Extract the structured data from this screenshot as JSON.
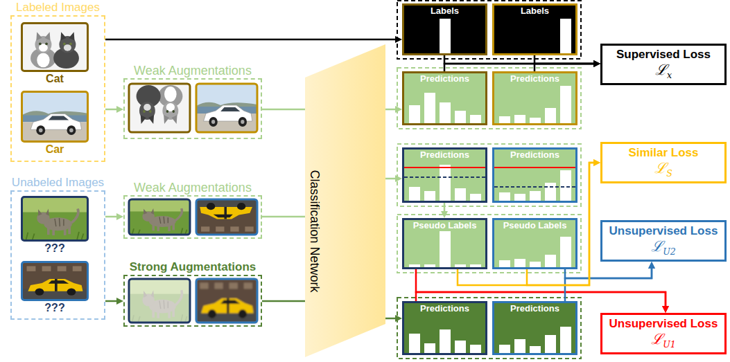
{
  "diagram": {
    "nodes": [
      {
        "text": [
          "Labeled Images"
        ]
      },
      {
        "text": [
          "Cat"
        ],
        "in": 0
      },
      {
        "text": [
          "Car"
        ],
        "in": 0
      },
      {
        "text": [
          "Weak Augmentations"
        ]
      },
      {
        "text": [
          "Unabeled Images"
        ]
      },
      {
        "text": [
          "???"
        ],
        "in": 4
      },
      {
        "text": [
          "???"
        ],
        "in": 4
      },
      {
        "text": [
          "Weak Augmentations"
        ]
      },
      {
        "text": [
          "Strong Augmentations"
        ]
      },
      {
        "text": [
          "Classification Network"
        ]
      },
      {
        "text": [
          "Labels"
        ]
      },
      {
        "text": [
          "Labels"
        ]
      },
      {
        "text": [
          "Predictions"
        ]
      },
      {
        "text": [
          "Predictions"
        ]
      },
      {
        "text": [
          "Predictions"
        ]
      },
      {
        "text": [
          "Predictions"
        ]
      },
      {
        "text": [
          "Pseudo Labels"
        ]
      },
      {
        "text": [
          "Pseudo Labels"
        ]
      },
      {
        "text": [
          "Predictions"
        ]
      },
      {
        "text": [
          "Predictions"
        ]
      },
      {
        "text": [
          "Supervised Loss",
          "ℒx"
        ]
      },
      {
        "text": [
          "Similar Loss",
          "ℒS"
        ]
      },
      {
        "text": [
          "Unsupervised Loss",
          "ℒU2"
        ]
      },
      {
        "text": [
          "Unsupervised Loss",
          "ℒU1"
        ]
      }
    ],
    "edges": [
      {
        "from": 0,
        "to": 10,
        "arrow": "to"
      },
      {
        "from": 0,
        "to": 3,
        "arrow": "to"
      },
      {
        "from": 3,
        "to": 9,
        "arrow": "none"
      },
      {
        "from": 4,
        "to": 7,
        "arrow": "to"
      },
      {
        "from": 4,
        "to": 8,
        "arrow": "to"
      },
      {
        "from": 7,
        "to": 9,
        "arrow": "none"
      },
      {
        "from": 8,
        "to": 9,
        "arrow": "none"
      },
      {
        "from": 9,
        "to": 12,
        "arrow": "to"
      },
      {
        "from": 9,
        "to": 14,
        "arrow": "to"
      },
      {
        "from": 9,
        "to": 18,
        "arrow": "to"
      },
      {
        "from": 10,
        "to": 20,
        "arrow": "to"
      },
      {
        "from": 11,
        "to": 20,
        "arrow": "to"
      },
      {
        "from": 12,
        "to": 20,
        "arrow": "to"
      },
      {
        "from": 13,
        "to": 20,
        "arrow": "to"
      },
      {
        "from": 14,
        "to": 16,
        "arrow": "to"
      },
      {
        "from": 16,
        "to": 23,
        "arrow": "to"
      },
      {
        "from": 18,
        "to": 23,
        "arrow": "to"
      },
      {
        "from": 17,
        "to": 22,
        "arrow": "to"
      },
      {
        "from": 19,
        "to": 22,
        "arrow": "to"
      },
      {
        "from": 16,
        "to": 21,
        "arrow": "to"
      },
      {
        "from": 17,
        "to": 21,
        "arrow": "to"
      }
    ]
  }
}
